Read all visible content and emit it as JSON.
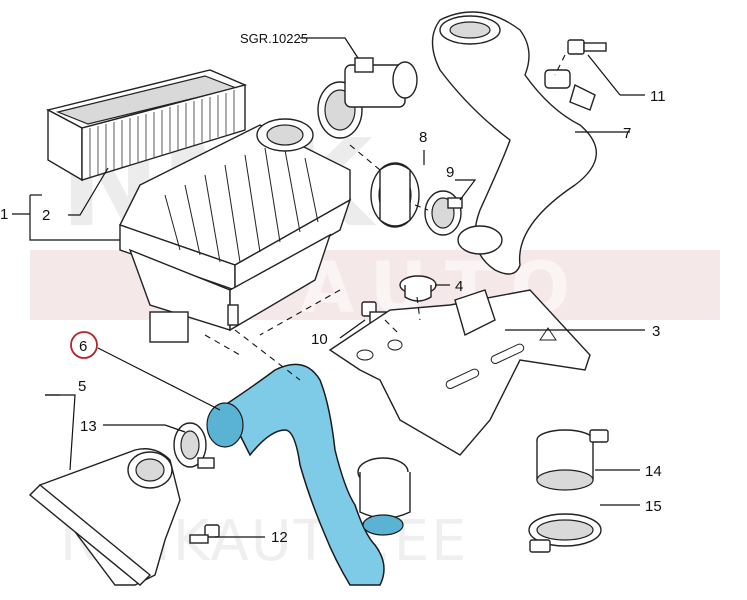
{
  "diagram": {
    "reference_code": "SGR.10225",
    "watermark_top": "NMK",
    "watermark_band": "AUTO",
    "watermark_bottom": "NIMKAUTO.EE",
    "highlight_color": "#7dcbe6",
    "highlight_ring_color": "#b5232b",
    "callouts": {
      "c1": "1",
      "c2": "2",
      "c3": "3",
      "c4": "4",
      "c5": "5",
      "c6": "6",
      "c7": "7",
      "c8": "8",
      "c9": "9",
      "c10": "10",
      "c11": "11",
      "c12": "12",
      "c13": "13",
      "c14": "14",
      "c15": "15"
    }
  }
}
